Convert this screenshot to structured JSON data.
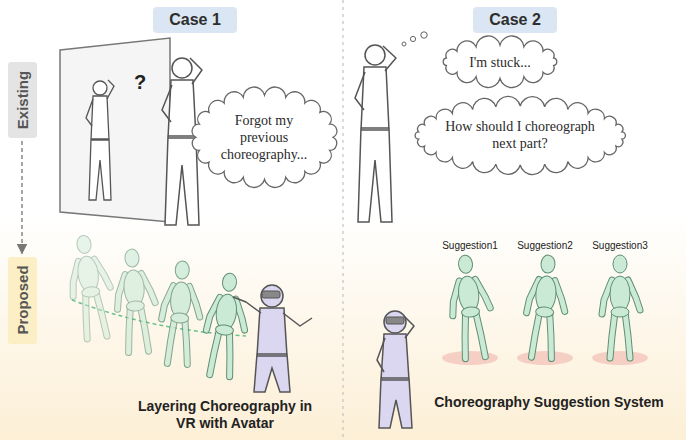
{
  "diagram": {
    "nodes": [
      {
        "text": [
          "Case 1"
        ]
      },
      {
        "text": [
          "Case 2"
        ]
      },
      {
        "text": [
          "Existing"
        ]
      },
      {
        "text": [
          "Forgot my previous choreography..."
        ]
      },
      {
        "text": [
          "I'm stuck..."
        ]
      },
      {
        "text": [
          "How should I choreograph next part?"
        ]
      },
      {
        "text": [
          "Proposed"
        ]
      }
    ],
    "edges": [
      {
        "from": 2,
        "to": 6,
        "arrow": "to"
      }
    ],
    "labels": [
      "?",
      "Suggestion1",
      "Suggestion2",
      "Suggestion3",
      "Layering Choreography in VR with Avatar",
      "Choreography Suggestion System"
    ]
  }
}
